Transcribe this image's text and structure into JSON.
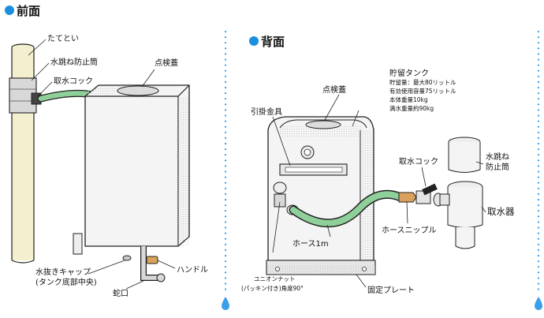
{
  "sections": {
    "front": {
      "title": "前面"
    },
    "back": {
      "title": "背面"
    }
  },
  "front_labels": {
    "downspout": "たてとい",
    "splash_guard": "水跳ね防止筒",
    "intake_cock": "取水コック",
    "inspection_lid": "点検蓋",
    "drain_cap_line1": "水抜きキャップ",
    "drain_cap_line2": "(タンク底部中央)",
    "handle": "ハンドル",
    "faucet": "蛇口"
  },
  "back_labels": {
    "storage_tank": "貯留タンク",
    "spec_volume": "貯留量：最大80リットル",
    "spec_effective": "有効使用容量75リットル",
    "spec_weight": "本体重量10kg",
    "spec_full_weight": "満水重量約90kg",
    "inspection_lid": "点検蓋",
    "hook_bracket": "引掛金具",
    "intake_cock": "取水コック",
    "splash_guard_line1": "水跳ね",
    "splash_guard_line2": "防止筒",
    "collector": "取水器",
    "hose": "ホース1m",
    "hose_nipple": "ホースニップル",
    "union_nut_line1": "ユニオンナット",
    "union_nut_line2": "(パッキン付き)角度90°",
    "fixing_plate": "固定プレート"
  },
  "colors": {
    "accent_dot": "#1a8fe0",
    "divider_dot": "#3aa0e8",
    "hose_green": "#8fcf9a",
    "pipe_cream": "#f3efcf",
    "brass": "#d9a15b",
    "tank_fill": "#f4f4f4",
    "lid_fill": "#dcdcdc"
  }
}
